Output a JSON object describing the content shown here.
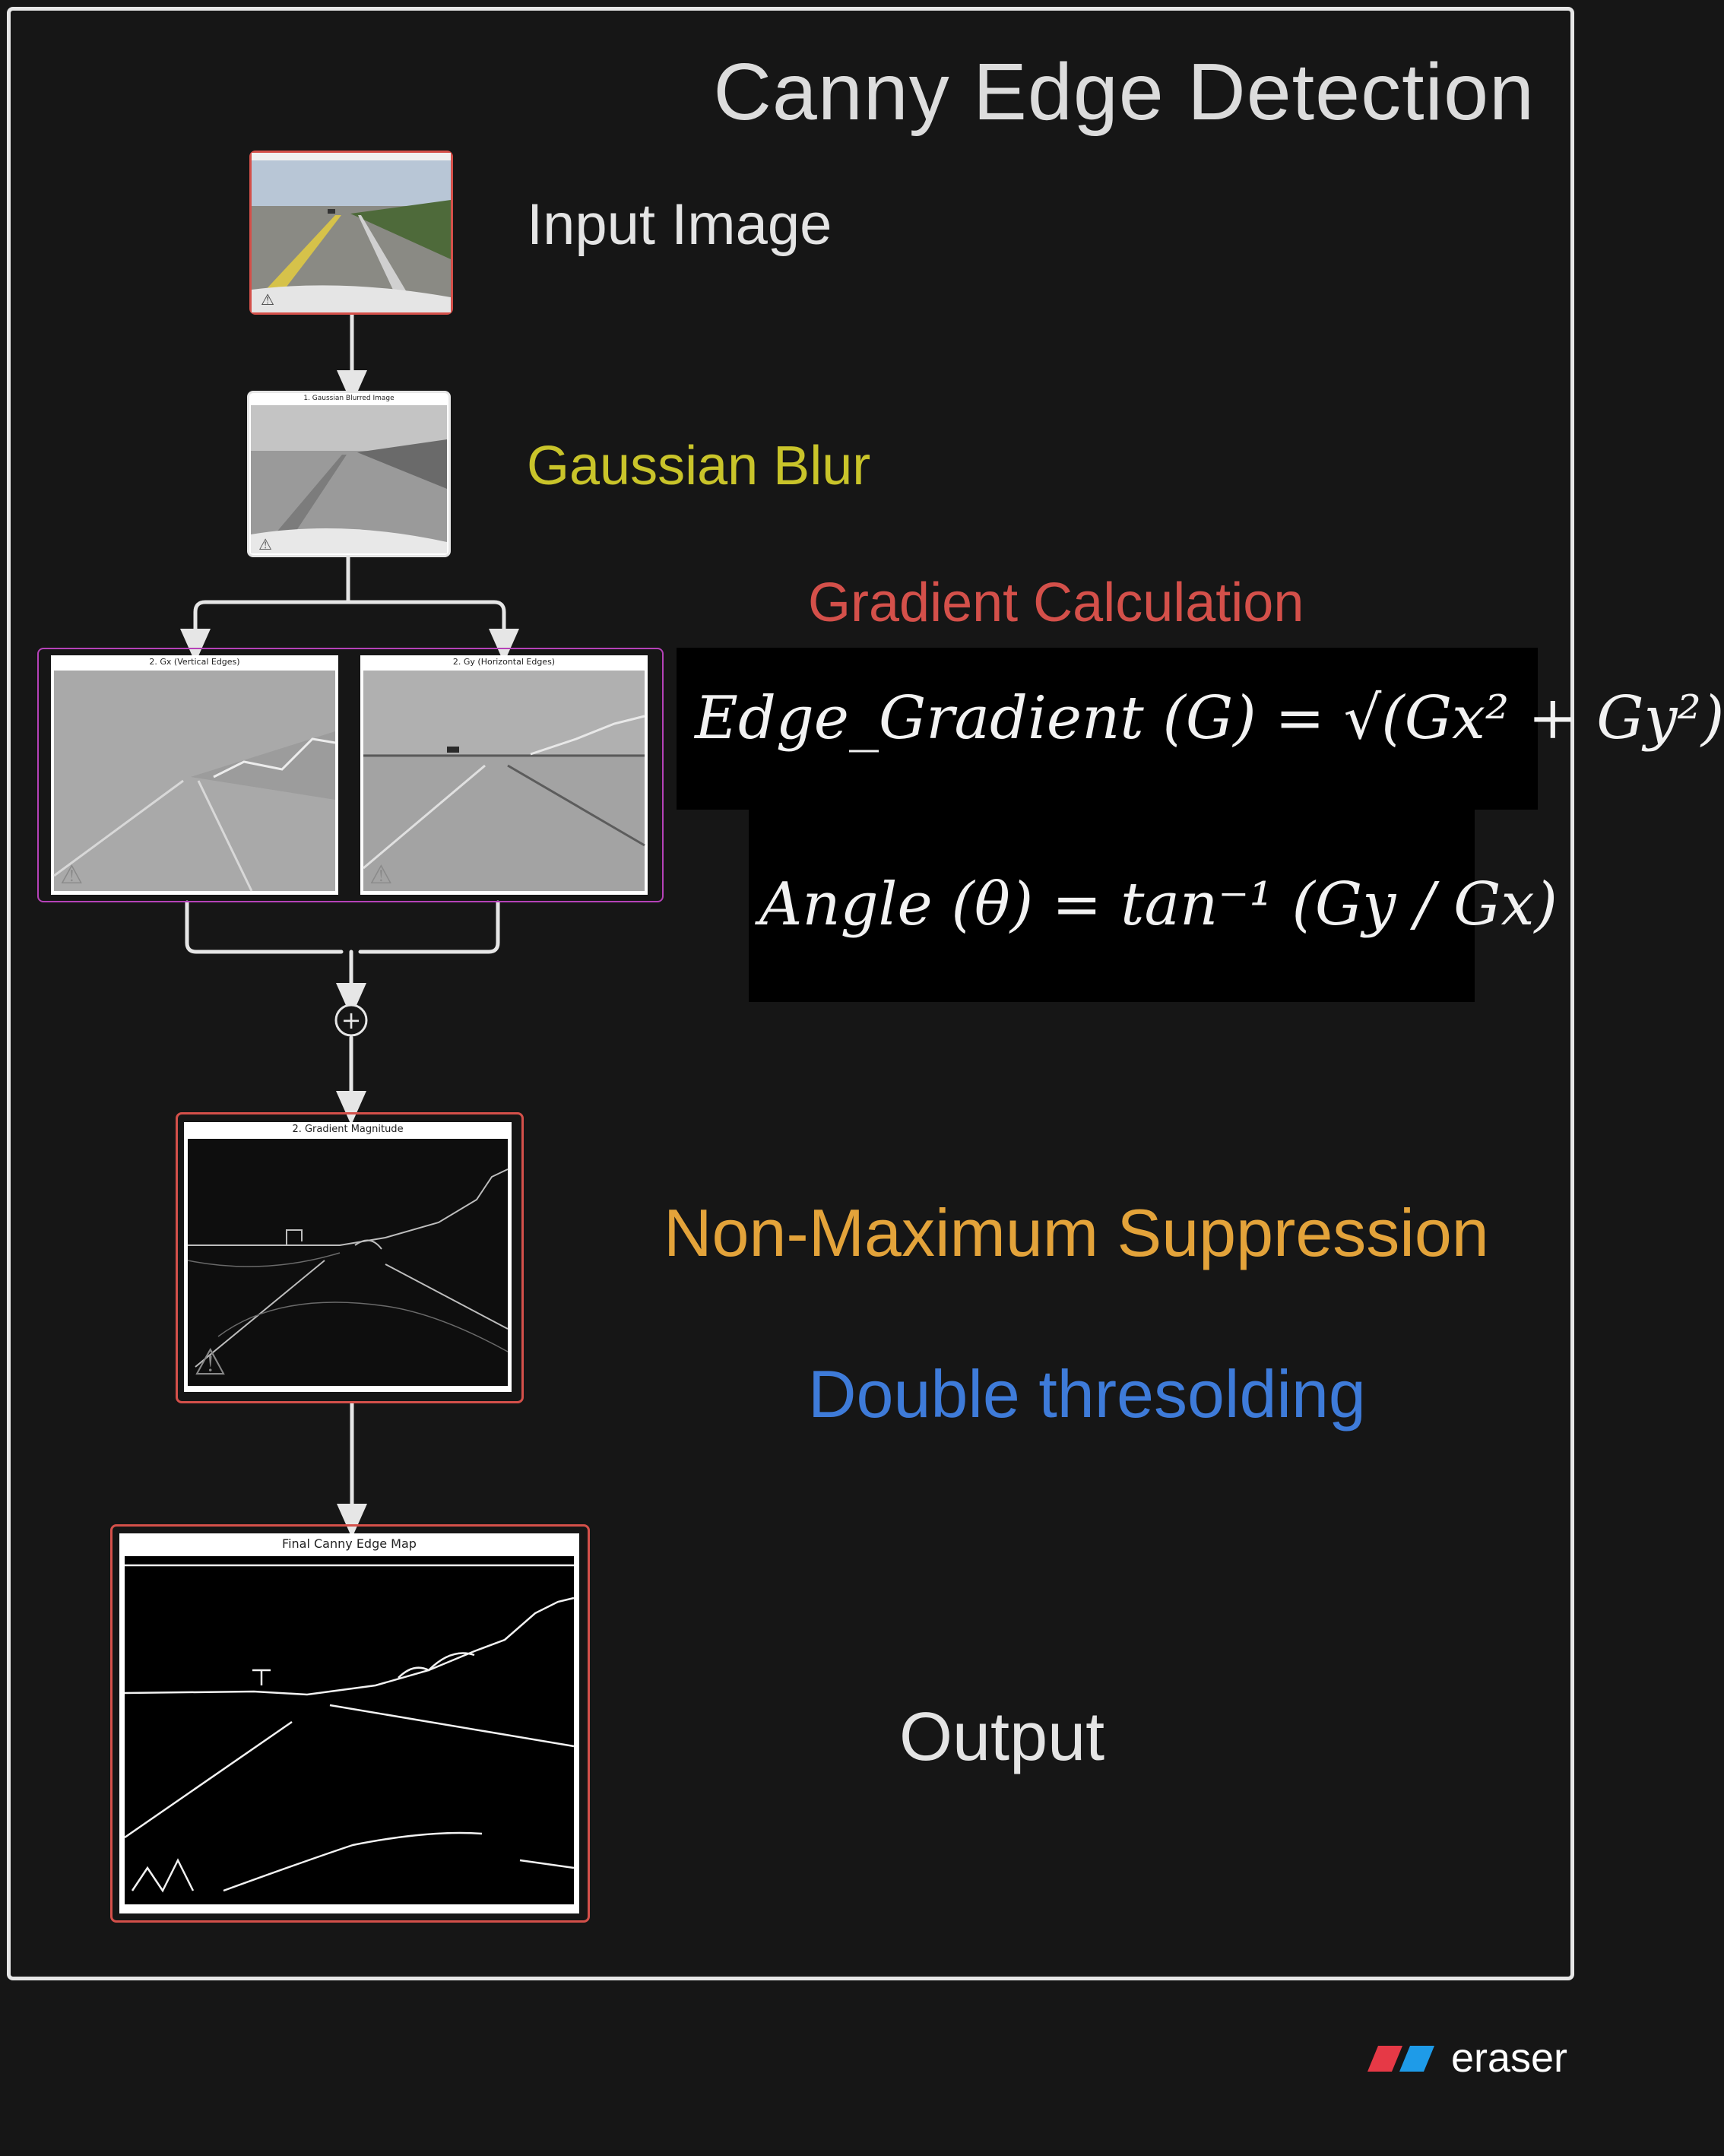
{
  "title": "Canny Edge Detection",
  "stages": {
    "input": "Input Image",
    "blur": "Gaussian Blur",
    "gradient": "Gradient Calculation",
    "nms": "Non-Maximum Suppression",
    "threshold": "Double thresolding",
    "output": "Output"
  },
  "captions": {
    "blurred": "1. Gaussian Blurred Image",
    "gx": "2. Gx (Vertical Edges)",
    "gy": "2. Gy (Horizontal Edges)",
    "magnitude": "2. Gradient Magnitude",
    "final": "Final Canny Edge Map"
  },
  "formulas": {
    "edge_gradient": "Edge_Gradient (G) = √(Gx² + Gy²)",
    "angle": "Angle (θ) = tan⁻¹ (Gy / Gx)"
  },
  "connectors": {
    "join_symbol": "+"
  },
  "brand": "eraser",
  "colors": {
    "background": "#161616",
    "blur": "#c9c42a",
    "gradient": "#d4504a",
    "nms": "#e3a33a",
    "threshold": "#3e7bd9",
    "gradient_box": "#b542b8"
  }
}
